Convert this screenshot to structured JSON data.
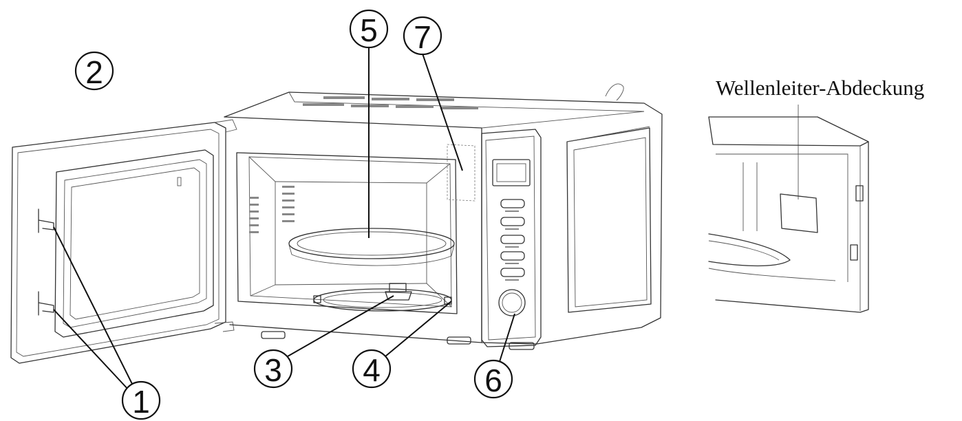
{
  "callouts": [
    {
      "id": "1",
      "label": "1"
    },
    {
      "id": "2",
      "label": "2"
    },
    {
      "id": "3",
      "label": "3"
    },
    {
      "id": "4",
      "label": "4"
    },
    {
      "id": "5",
      "label": "5"
    },
    {
      "id": "6",
      "label": "6"
    },
    {
      "id": "7",
      "label": "7"
    }
  ],
  "inset": {
    "caption": "Wellenleiter-Abdeckung"
  }
}
